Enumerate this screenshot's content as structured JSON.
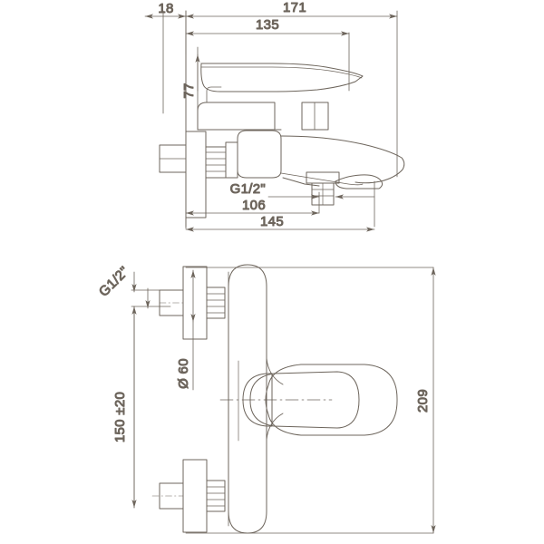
{
  "drawing": {
    "type": "technical-drawing",
    "subject": "wall-mounted bath/shower mixer tap",
    "background_color": "#ffffff",
    "line_color": "#6d655c",
    "dimension_color": "#6d655c",
    "views": [
      {
        "id": "side-view",
        "label": "",
        "position": "top"
      },
      {
        "id": "front-view",
        "label": "",
        "position": "bottom"
      }
    ]
  },
  "dimensions": {
    "side_view": {
      "wall_offset": "18",
      "total_depth": "171",
      "body_depth": "135",
      "spout_height": "77",
      "inlet_thread": "G1/2\"",
      "outlet_center": "106",
      "spout_reach": "145"
    },
    "front_view": {
      "inlet_thread": "G1/2\"",
      "flange_diameter": "Ø 60",
      "inlet_spacing": "150 ±20",
      "total_height": "209"
    }
  }
}
